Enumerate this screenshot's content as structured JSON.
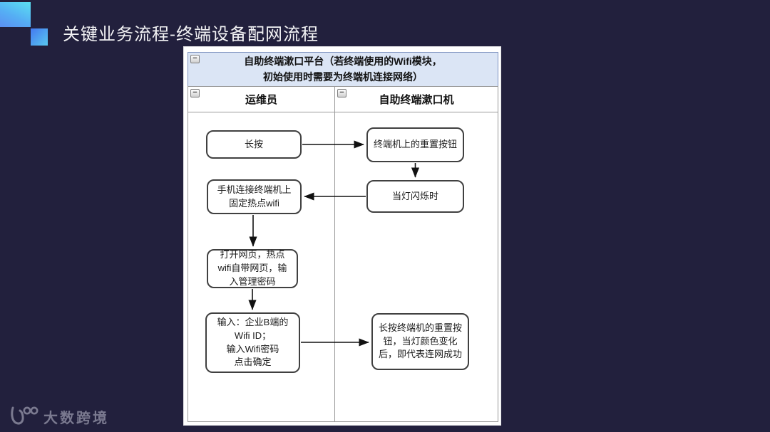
{
  "slide": {
    "title": "关键业务流程-终端设备配网流程"
  },
  "logo": {
    "mark": "100",
    "text": "大数跨境"
  },
  "icons": {
    "collapse": "−"
  },
  "colors": {
    "background": "#22203d",
    "accent_cyan": "#5be0f2",
    "accent_blue": "#4479f0",
    "pool_header_fill": "#dbe5f5",
    "pool_header_border": "#7e93c0",
    "lane_border": "#9a9a9a",
    "node_border": "#404040",
    "arrow": "#111111",
    "logo_color": "#7b7a90"
  },
  "flowchart": {
    "pool": {
      "title_line1": "自助终端漱口平台（若终端使用的Wifi模块，",
      "title_line2": "初始使用时需要为终端机连接网络）"
    },
    "lanes": [
      {
        "label": "运维员"
      },
      {
        "label": "自助终端漱口机"
      }
    ],
    "nodes": [
      {
        "id": "long-press",
        "lane": "运维员",
        "label": "长按"
      },
      {
        "id": "terminal-reset-button",
        "lane": "自助终端漱口机",
        "label": "终端机上的重置按钮"
      },
      {
        "id": "phone-connect-hotspot",
        "lane": "运维员",
        "label": "手机连接终端机上\n固定热点wifi"
      },
      {
        "id": "light-flashing",
        "lane": "自助终端漱口机",
        "label": "当灯闪烁时"
      },
      {
        "id": "open-webpage",
        "lane": "运维员",
        "label": "打开网页，热点\nwifi自带网页，输\n入管理密码"
      },
      {
        "id": "input-wifi-confirm",
        "lane": "运维员",
        "label": "输入：企业B端的\nWifi ID；\n输入Wifi密码\n点击确定"
      },
      {
        "id": "long-press-reset-success",
        "lane": "自助终端漱口机",
        "label": "长按终端机的重置按\n钮，当灯颜色变化\n后，即代表连网成功"
      }
    ]
  }
}
